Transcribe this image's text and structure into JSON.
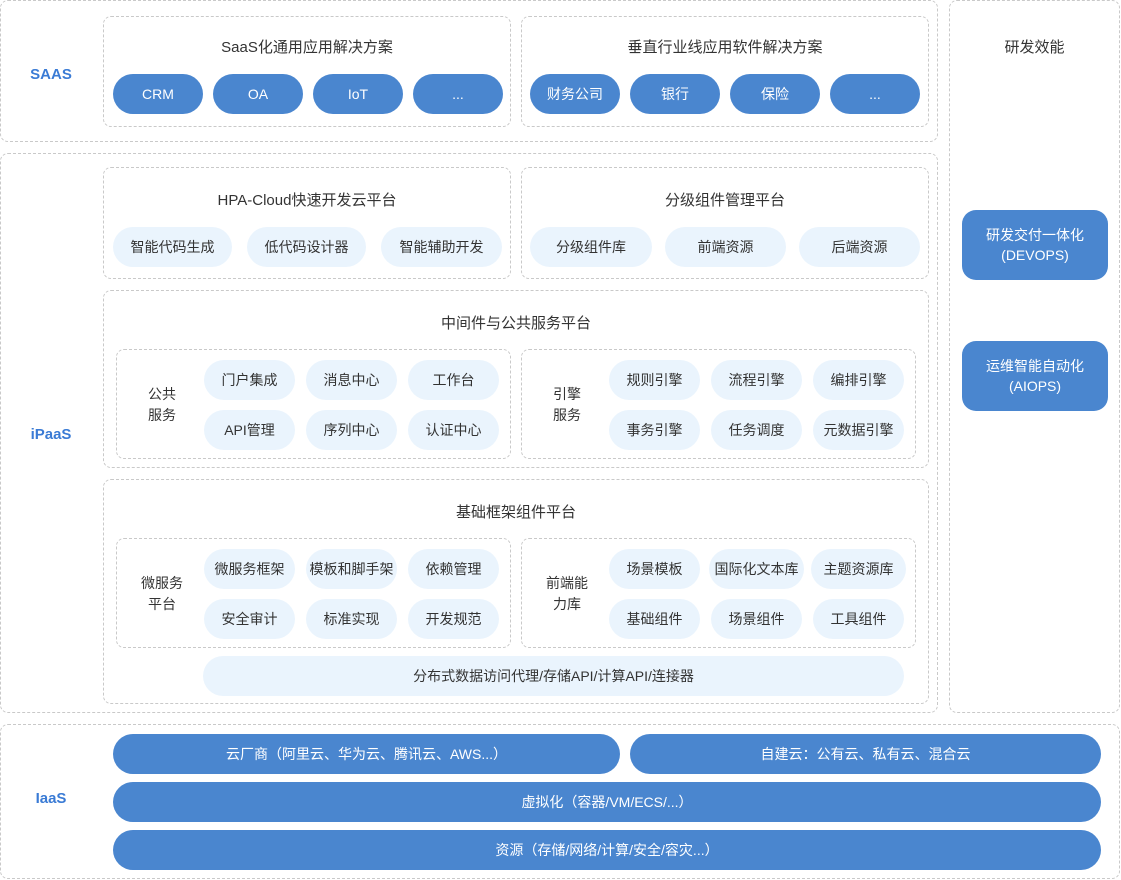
{
  "colors": {
    "accent": "#4a86cf",
    "light": "#eaf4fd",
    "label": "#3a7bd5",
    "border": "#c9c9c9"
  },
  "saas": {
    "label": "SAAS",
    "general": {
      "title": "SaaS化通用应用解决方案",
      "items": [
        "CRM",
        "OA",
        "IoT",
        "..."
      ]
    },
    "vertical": {
      "title": "垂直行业线应用软件解决方案",
      "items": [
        "财务公司",
        "银行",
        "保险",
        "..."
      ]
    }
  },
  "ipaas": {
    "label": "iPaaS",
    "hpa": {
      "title": "HPA-Cloud快速开发云平台",
      "items": [
        "智能代码生成",
        "低代码设计器",
        "智能辅助开发"
      ]
    },
    "component_mgmt": {
      "title": "分级组件管理平台",
      "items": [
        "分级组件库",
        "前端资源",
        "后端资源"
      ]
    },
    "middleware": {
      "title": "中间件与公共服务平台",
      "public": {
        "label_line1": "公共",
        "label_line2": "服务",
        "items": [
          "门户集成",
          "消息中心",
          "工作台",
          "API管理",
          "序列中心",
          "认证中心"
        ]
      },
      "engine": {
        "label_line1": "引擎",
        "label_line2": "服务",
        "items": [
          "规则引擎",
          "流程引擎",
          "编排引擎",
          "事务引擎",
          "任务调度",
          "元数据引擎"
        ]
      }
    },
    "framework": {
      "title": "基础框架组件平台",
      "microservice": {
        "label_line1": "微服务",
        "label_line2": "平台",
        "items": [
          "微服务框架",
          "模板和脚手架",
          "依赖管理",
          "安全审计",
          "标准实现",
          "开发规范"
        ]
      },
      "frontend": {
        "label_line1": "前端能",
        "label_line2": "力库",
        "items": [
          "场景模板",
          "国际化文本库",
          "主题资源库",
          "基础组件",
          "场景组件",
          "工具组件"
        ]
      },
      "data_access": "分布式数据访问代理/存储API/计算API/连接器"
    }
  },
  "devops": {
    "title": "研发效能",
    "devops_panel": {
      "line1": "研发交付一体化",
      "line2": "(DEVOPS)"
    },
    "aiops_panel": {
      "line1": "运维智能自动化",
      "line2": "(AIOPS)"
    }
  },
  "iaas": {
    "label": "IaaS",
    "cloud_vendor": "云厂商（阿里云、华为云、腾讯云、AWS...）",
    "self_built": "自建云：公有云、私有云、混合云",
    "virtualization": "虚拟化（容器/VM/ECS/...）",
    "resources": "资源（存储/网络/计算/安全/容灾...）"
  }
}
